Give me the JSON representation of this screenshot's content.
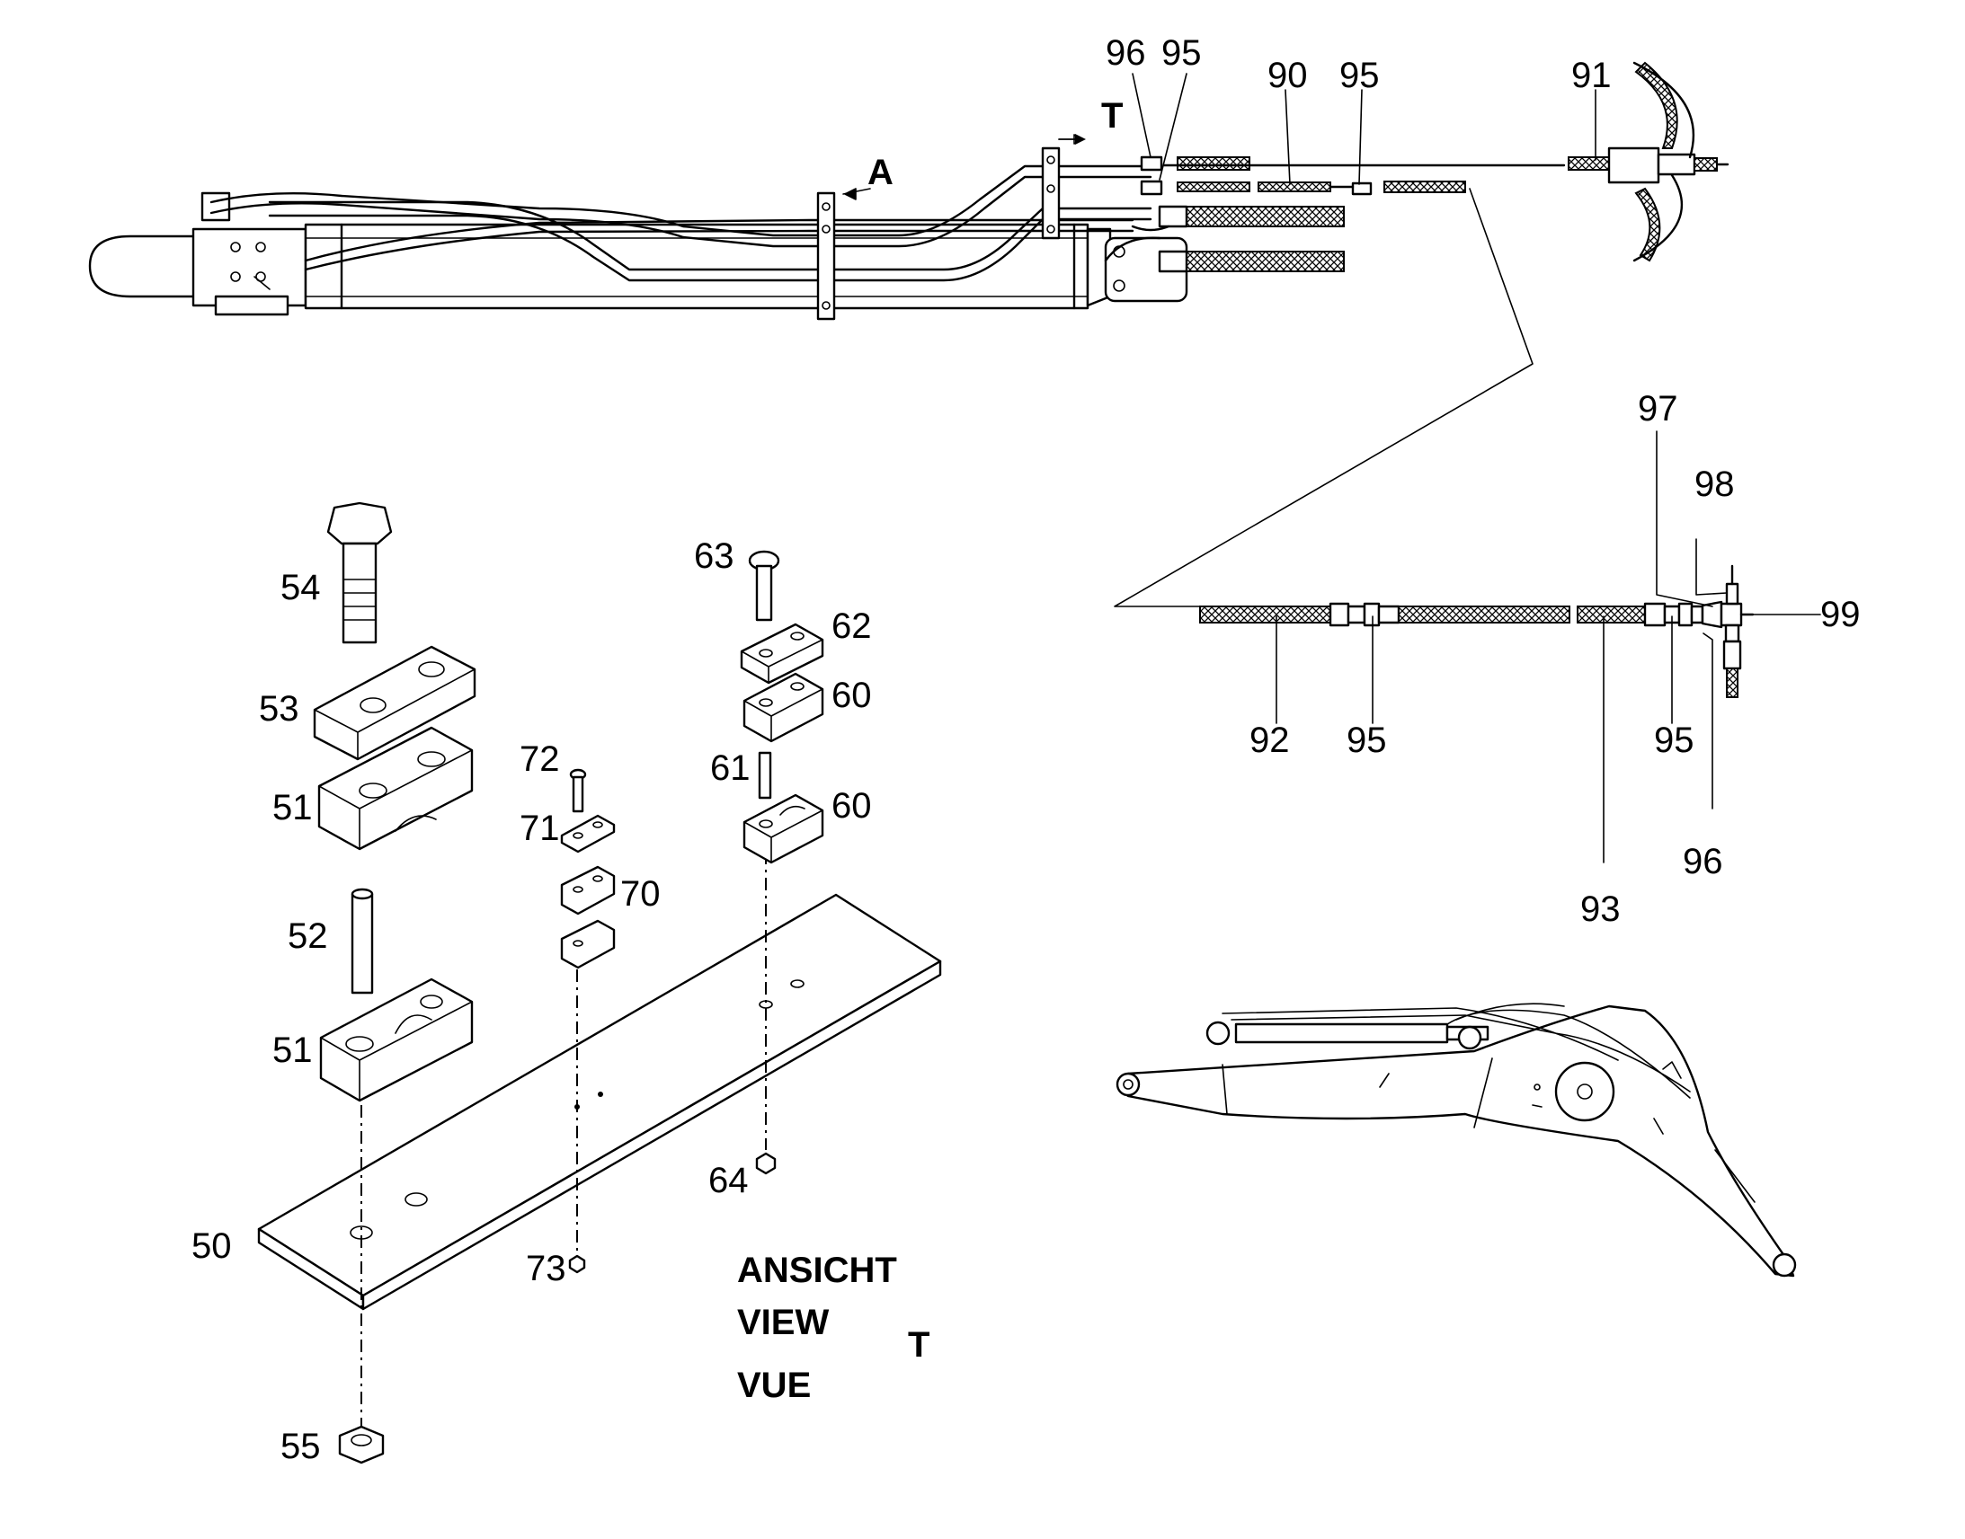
{
  "parts": {
    "p50": "50",
    "p51a": "51",
    "p51b": "51",
    "p52": "52",
    "p53": "53",
    "p54": "54",
    "p55": "55",
    "p60a": "60",
    "p60b": "60",
    "p61": "61",
    "p62": "62",
    "p63": "63",
    "p64": "64",
    "p70": "70",
    "p71": "71",
    "p72": "72",
    "p73": "73",
    "p90": "90",
    "p91": "91",
    "p92": "92",
    "p93": "93",
    "p95a": "95",
    "p95b": "95",
    "p95c": "95",
    "p95d": "95",
    "p96a": "96",
    "p96b": "96",
    "p97": "97",
    "p98": "98",
    "p99": "99"
  },
  "markers": {
    "view_a": "A",
    "view_t_top": "T",
    "view_t_caption": "T"
  },
  "caption": {
    "line1": "ANSICHT",
    "line2": "VIEW",
    "line3": "VUE"
  }
}
